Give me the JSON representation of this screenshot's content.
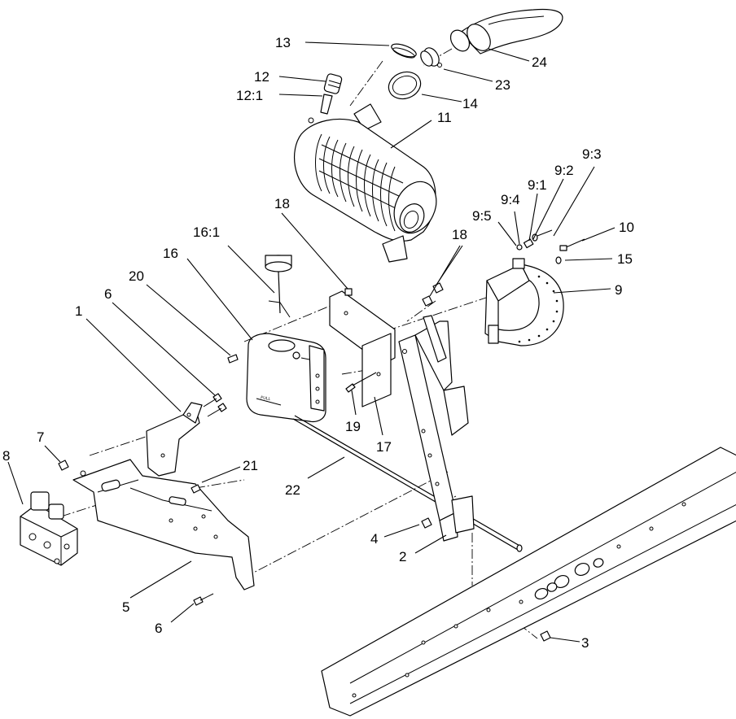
{
  "labels": {
    "l1": "1",
    "l2": "2",
    "l3": "3",
    "l4": "4",
    "l5": "5",
    "l6a": "6",
    "l6b": "6",
    "l7": "7",
    "l8": "8",
    "l9": "9",
    "l9_1": "9:1",
    "l9_2": "9:2",
    "l9_3": "9:3",
    "l9_4": "9:4",
    "l9_5": "9:5",
    "l10": "10",
    "l11": "11",
    "l12": "12",
    "l12_1": "12:1",
    "l13": "13",
    "l14": "14",
    "l15": "15",
    "l16": "16",
    "l16_1": "16:1",
    "l17": "17",
    "l18a": "18",
    "l18b": "18",
    "l19": "19",
    "l20": "20",
    "l21": "21",
    "l22": "22",
    "l23": "23",
    "l24": "24"
  },
  "tank_text": "FULL"
}
